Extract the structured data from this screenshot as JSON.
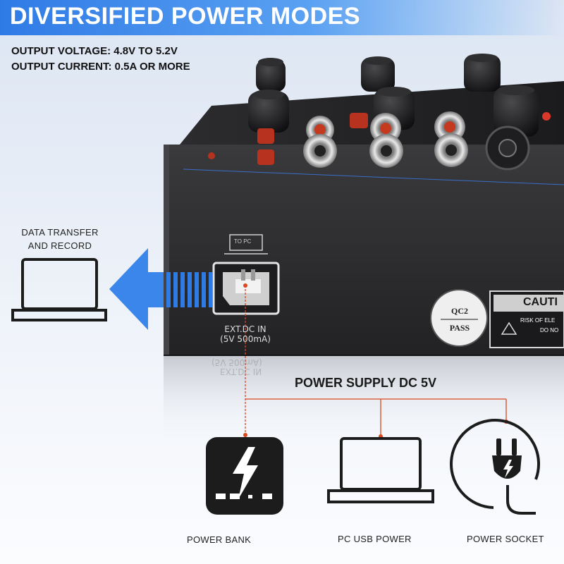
{
  "banner": {
    "title": "DIVERSIFIED POWER MODES"
  },
  "specs": {
    "voltage": "OUTPUT VOLTAGE: 4.8V TO 5.2V",
    "current": "OUTPUT CURRENT: 0.5A OR MORE"
  },
  "data_transfer": {
    "line1": "DATA TRANSFER",
    "line2": "AND RECORD"
  },
  "port": {
    "to_pc": "TO PC",
    "ext_dc_line1": "EXT.DC IN",
    "ext_dc_line2": "(5V 500mA)"
  },
  "labels": {
    "qc_top": "QC2",
    "qc_bottom": "PASS",
    "caution": "CAUTI",
    "risk": "RISK OF ELE",
    "do_not": "DO NO"
  },
  "power_supply": {
    "title": "POWER SUPPLY DC 5V"
  },
  "devices": {
    "power_bank": "POWER BANK",
    "pc_usb": "PC USB POWER",
    "power_socket": "POWER SOCKET"
  },
  "colors": {
    "accent": "#2f7be6",
    "arrow": "#3a86ea",
    "connector": "#d9481f",
    "device_body": "#2b2b2d"
  }
}
